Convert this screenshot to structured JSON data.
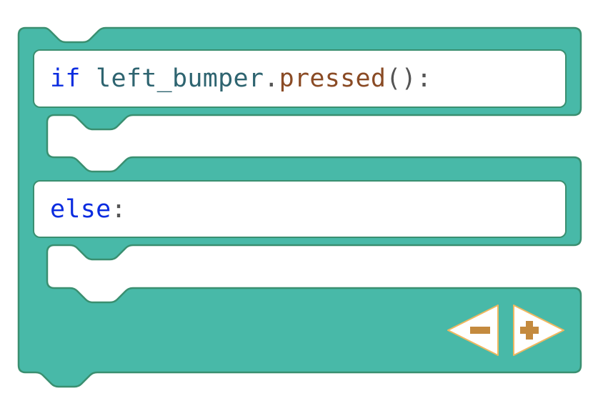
{
  "block": {
    "type": "if-else",
    "colors": {
      "fill": "#48B9A8",
      "stroke": "#3A8F70",
      "keyword": "#0B2CE0",
      "identifier": "#2E6470",
      "method": "#8A4B25",
      "punctuation": "#555555",
      "button_fill": "#FFFFFF",
      "button_stroke": "#F0B860",
      "button_glyph": "#C48A3E"
    },
    "if_line": {
      "keyword": "if",
      "space": " ",
      "object": "left_bumper",
      "dot": ".",
      "method": "pressed",
      "parens": "()",
      "colon": ":"
    },
    "else_line": {
      "keyword": "else",
      "colon": ":"
    },
    "slots": [
      {
        "name": "if-body",
        "content": ""
      },
      {
        "name": "else-body",
        "content": ""
      }
    ],
    "controls": {
      "minus": {
        "label": "−",
        "icon": "minus-triangle-icon"
      },
      "plus": {
        "label": "+",
        "icon": "plus-triangle-icon"
      }
    }
  }
}
